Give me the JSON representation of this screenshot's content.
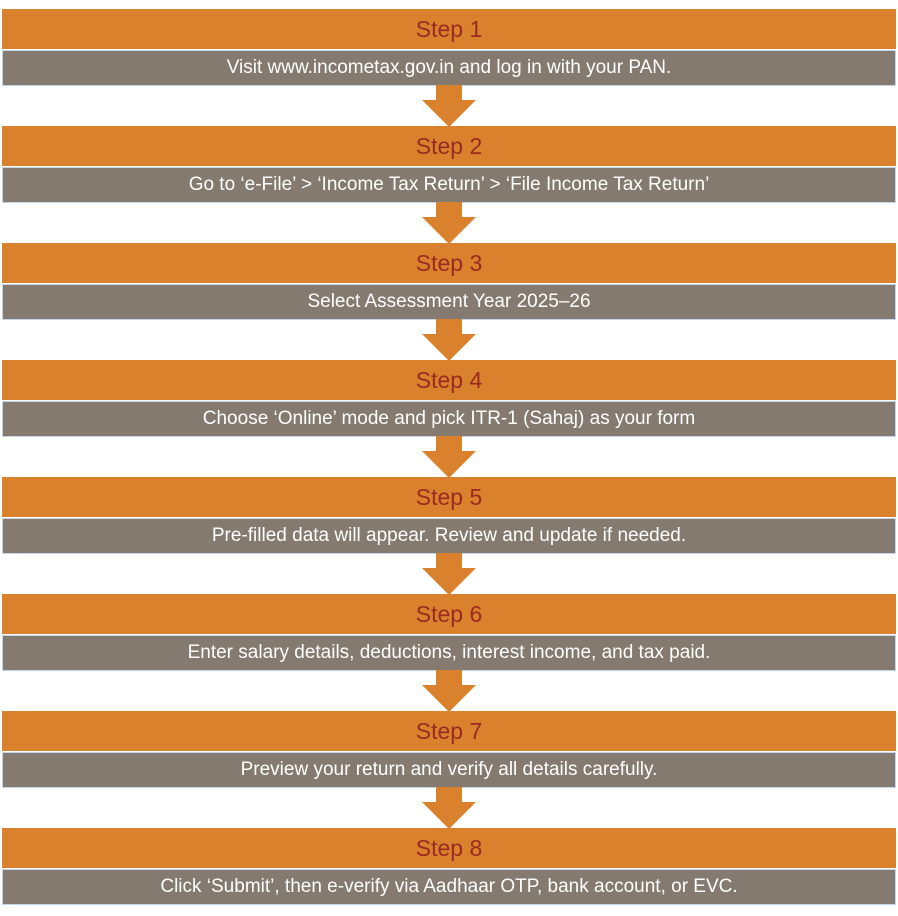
{
  "steps": [
    {
      "title": "Step 1",
      "text": "Visit www.incometax.gov.in and log in with your PAN."
    },
    {
      "title": "Step 2",
      "text": "Go to ‘e-File’ > ‘Income Tax Return’ > ‘File Income Tax Return’"
    },
    {
      "title": "Step 3",
      "text": "Select Assessment Year 2025–26"
    },
    {
      "title": "Step 4",
      "text": "Choose ‘Online’ mode and pick ITR-1 (Sahaj) as your form"
    },
    {
      "title": "Step 5",
      "text": "Pre-filled data will appear. Review and update if needed."
    },
    {
      "title": "Step 6",
      "text": "Enter salary details, deductions, interest income, and tax paid."
    },
    {
      "title": "Step 7",
      "text": "Preview your return and verify all details carefully."
    },
    {
      "title": "Step 8",
      "text": "Click ‘Submit’, then e-verify via Aadhaar OTP, bank account, or EVC."
    }
  ],
  "colors": {
    "header": "#D9812C",
    "header_text": "#9B2A22",
    "body": "#847A70",
    "arrow": "#D9812C"
  }
}
